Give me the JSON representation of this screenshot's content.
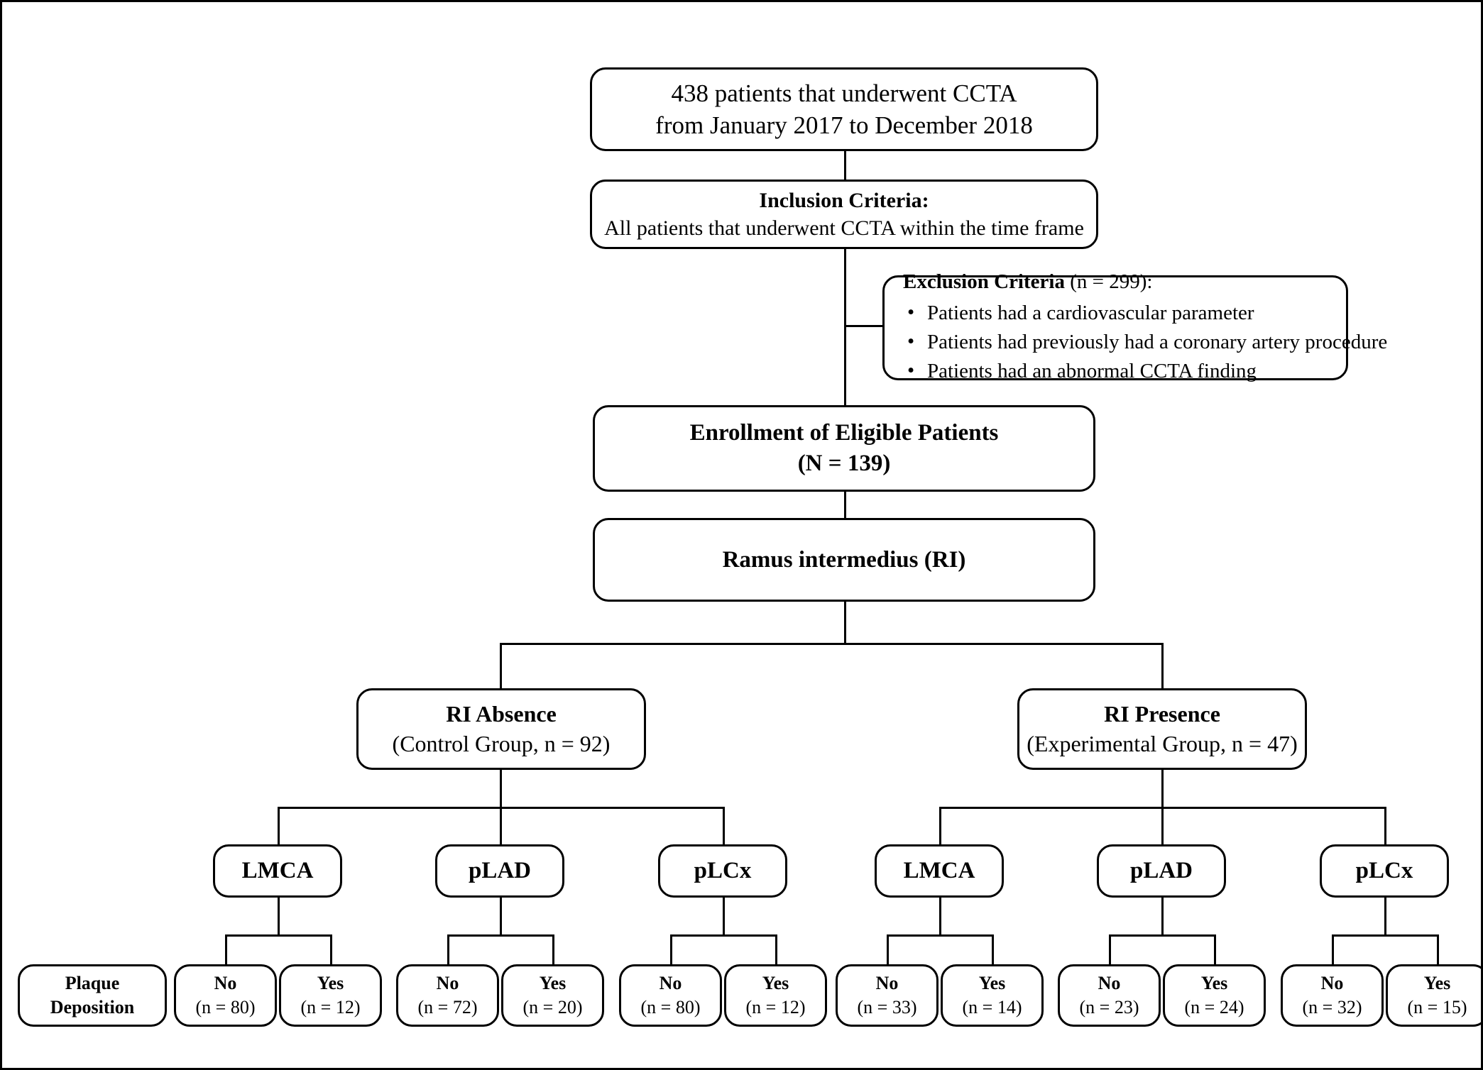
{
  "figure": {
    "type": "flowchart",
    "title": "Patient enrollment and plaque deposition flow diagram"
  },
  "nodes": {
    "cohort": {
      "line1": "438 patients that underwent CCTA",
      "line2": "from January 2017 to December 2018"
    },
    "inclusion": {
      "line1": "Inclusion Criteria:",
      "line2": "All patients that underwent CCTA within the time frame"
    },
    "exclusion": {
      "title_bold": "Exclusion Criteria",
      "title_count": " (n = 299):",
      "items": [
        "Patients had a cardiovascular parameter",
        "Patients had previously had a coronary artery procedure",
        "Patients had an abnormal CCTA finding"
      ]
    },
    "enrollment": {
      "line1": "Enrollment of Eligible Patients",
      "line2": "(N = 139)"
    },
    "ramus": {
      "line1": "Ramus intermedius (RI)"
    },
    "ri_absence": {
      "line1": "RI Absence",
      "line2": "(Control Group, n = 92)"
    },
    "ri_presence": {
      "line1": "RI Presence",
      "line2": "(Experimental Group, n = 47)"
    },
    "plaque_label": {
      "line1": "Plaque",
      "line2": "Deposition"
    }
  },
  "vessels": {
    "absence": [
      {
        "label": "LMCA"
      },
      {
        "label": "pLAD"
      },
      {
        "label": "pLCx"
      }
    ],
    "presence": [
      {
        "label": "LMCA"
      },
      {
        "label": "pLAD"
      },
      {
        "label": "pLCx"
      }
    ]
  },
  "leaves": [
    {
      "label": "No",
      "count": "(n = 80)"
    },
    {
      "label": "Yes",
      "count": "(n = 12)"
    },
    {
      "label": "No",
      "count": "(n = 72)"
    },
    {
      "label": "Yes",
      "count": "(n = 20)"
    },
    {
      "label": "No",
      "count": "(n = 80)"
    },
    {
      "label": "Yes",
      "count": "(n = 12)"
    },
    {
      "label": "No",
      "count": "(n = 33)"
    },
    {
      "label": "Yes",
      "count": "(n = 14)"
    },
    {
      "label": "No",
      "count": "(n = 23)"
    },
    {
      "label": "Yes",
      "count": "(n = 24)"
    },
    {
      "label": "No",
      "count": "(n = 32)"
    },
    {
      "label": "Yes",
      "count": "(n = 15)"
    }
  ],
  "colors": {
    "stroke": "#000000",
    "fill": "#ffffff",
    "text": "#000000"
  }
}
